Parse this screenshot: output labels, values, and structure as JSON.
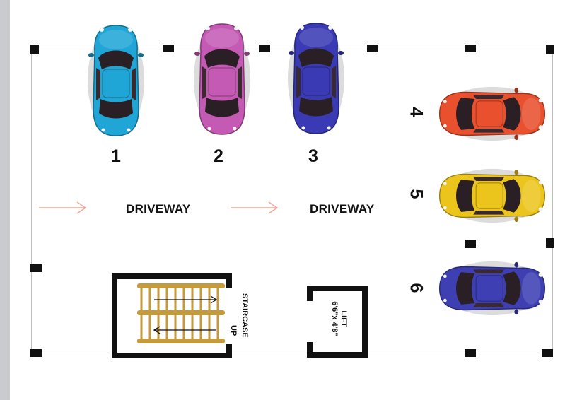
{
  "plan": {
    "slots": [
      "1",
      "2",
      "3",
      "4",
      "5",
      "6"
    ],
    "driveway_label": "DRIVEWAY",
    "staircase": {
      "label": "STAIRCASE",
      "direction": "UP"
    },
    "lift": {
      "label": "LIFT",
      "dimensions": "6'6\"x 4'8\""
    }
  },
  "colors": {
    "car_1": "#1fa6d6",
    "car_2": "#c45ab4",
    "car_3": "#3a3ab4",
    "car_4": "#e8502e",
    "car_5": "#ecc51c",
    "car_6": "#3d3fb3",
    "arrow": "#f2a89a",
    "stair_rail": "#c49a3c",
    "wall": "#111111"
  }
}
